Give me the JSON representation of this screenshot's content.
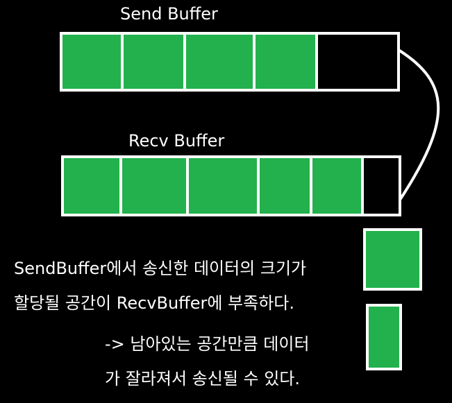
{
  "send_buffer": {
    "title": "Send Buffer",
    "filled_cells": 4,
    "empty_cells": 1
  },
  "recv_buffer": {
    "title": "Recv Buffer",
    "filled_cells": 5,
    "empty_cells": 1
  },
  "description": {
    "line1": "SendBuffer에서 송신한 데이터의 크기가",
    "line2": "할당될 공간이 RecvBuffer에 부족하다.",
    "line3": "-> 남아있는 공간만큼 데이터",
    "line4": "가 잘라져서 송신될 수 있다."
  },
  "colors": {
    "background": "#000000",
    "cell_fill": "#22b14c",
    "stroke": "#ffffff",
    "empty_fill": "#000000"
  }
}
